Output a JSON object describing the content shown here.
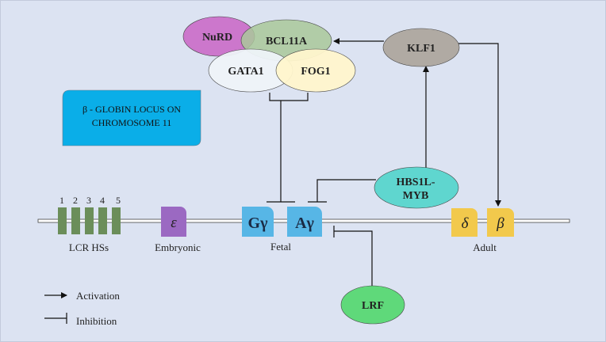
{
  "locus_box": {
    "title_line1": "β - GLOBIN LOCUS ON",
    "title_line2": "CHROMOSOME 11",
    "color": "#0aaee8"
  },
  "factors": {
    "nurd": "NuRD",
    "bcl11a": "BCL11A",
    "gata1": "GATA1",
    "fog1": "FOG1",
    "klf1": "KLF1",
    "hbs1l_myb_line1": "HBS1L-",
    "hbs1l_myb_line2": "MYB",
    "lrf": "LRF"
  },
  "lcr": {
    "numbers": [
      "1",
      "2",
      "3",
      "4",
      "5"
    ],
    "label": "LCR HSs",
    "color": "#6b8e5a"
  },
  "genes": {
    "epsilon": {
      "symbol": "ε",
      "color": "#9b69c2"
    },
    "g_gamma": {
      "symbol": "Gγ",
      "color": "#57b6e6"
    },
    "a_gamma": {
      "symbol": "Aγ",
      "color": "#57b6e6"
    },
    "delta": {
      "symbol": "δ",
      "color": "#f2c94c"
    },
    "beta": {
      "symbol": "β",
      "color": "#f2c94c"
    }
  },
  "stage_labels": {
    "embryonic": "Embryonic",
    "fetal": "Fetal",
    "adult": "Adult"
  },
  "legend": {
    "activation": "Activation",
    "inhibition": "Inhibition"
  },
  "colors": {
    "background": "#dce3f2",
    "nurd": "#cc77cc",
    "bcl11a": "#a9c89a",
    "gata1": "#eef3f8",
    "fog1": "#fff5cc",
    "klf1": "#b0aaa3",
    "hbs1l_myb": "#5fd6cf",
    "lrf": "#5fd97a"
  }
}
